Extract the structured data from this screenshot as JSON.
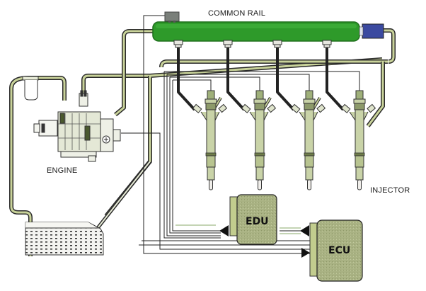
{
  "title": "Common Rail Diesel Fuel Injection System",
  "labels": {
    "common_rail": "COMMON RAIL",
    "engine": "ENGINE",
    "injector": "INJECTOR",
    "edu": "EDU",
    "ecu": "ECU"
  },
  "components": [
    {
      "id": "common-rail",
      "label": "COMMON RAIL",
      "color": "#2e9a2a"
    },
    {
      "id": "pressure-sensor",
      "color": "#7a7f7a"
    },
    {
      "id": "pressure-limiter",
      "color": "#3b4aa0"
    },
    {
      "id": "supply-pump",
      "label": "ENGINE"
    },
    {
      "id": "injectors",
      "count": 4,
      "label": "INJECTOR",
      "color": "#c9d3a8"
    },
    {
      "id": "edu",
      "label": "EDU",
      "color": "#a9b283"
    },
    {
      "id": "ecu",
      "label": "ECU",
      "color": "#a9b283"
    },
    {
      "id": "fuel-tank"
    },
    {
      "id": "fuel-filter"
    }
  ],
  "colors": {
    "rail": "#2e9a2a",
    "rail_dark": "#1e6e1b",
    "pipe_fill": "#c9d39a",
    "pipe_edge": "#2a2a2a",
    "module": "#a9b283",
    "sensor": "#7a7f7a",
    "limiter": "#3b4aa0"
  }
}
